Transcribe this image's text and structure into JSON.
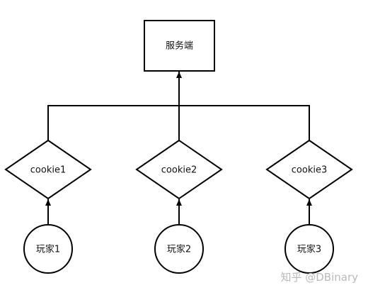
{
  "server": {
    "label": "服务端"
  },
  "cookies": [
    {
      "label": "cookie1"
    },
    {
      "label": "cookie2"
    },
    {
      "label": "cookie3"
    }
  ],
  "players": [
    {
      "label": "玩家1"
    },
    {
      "label": "玩家2"
    },
    {
      "label": "玩家3"
    }
  ],
  "watermark": "知乎 @DBinary",
  "colors": {
    "stroke": "#000000",
    "background": "#ffffff",
    "watermark": "#b9b9b9"
  }
}
